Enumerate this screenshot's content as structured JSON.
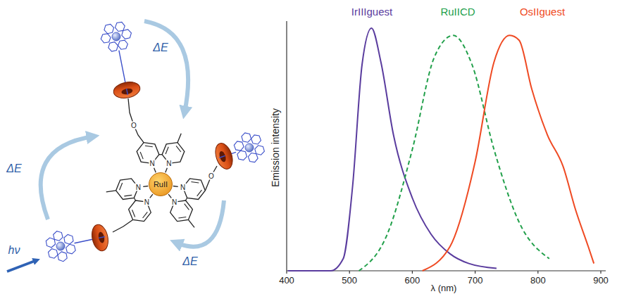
{
  "diagram": {
    "nodes": [
      {
        "text": [
          "RuII"
        ]
      }
    ],
    "labels": [
      "ΔE",
      "ΔE",
      "ΔE",
      "hν",
      "N",
      "N",
      "N",
      "N",
      "N",
      "N",
      "O",
      "O",
      "IrIIIguest",
      "RuIICD",
      "OsIIguest",
      "Emission intensity",
      "400",
      "500",
      "600",
      "700",
      "800",
      "900",
      "λ (nm)"
    ]
  }
}
